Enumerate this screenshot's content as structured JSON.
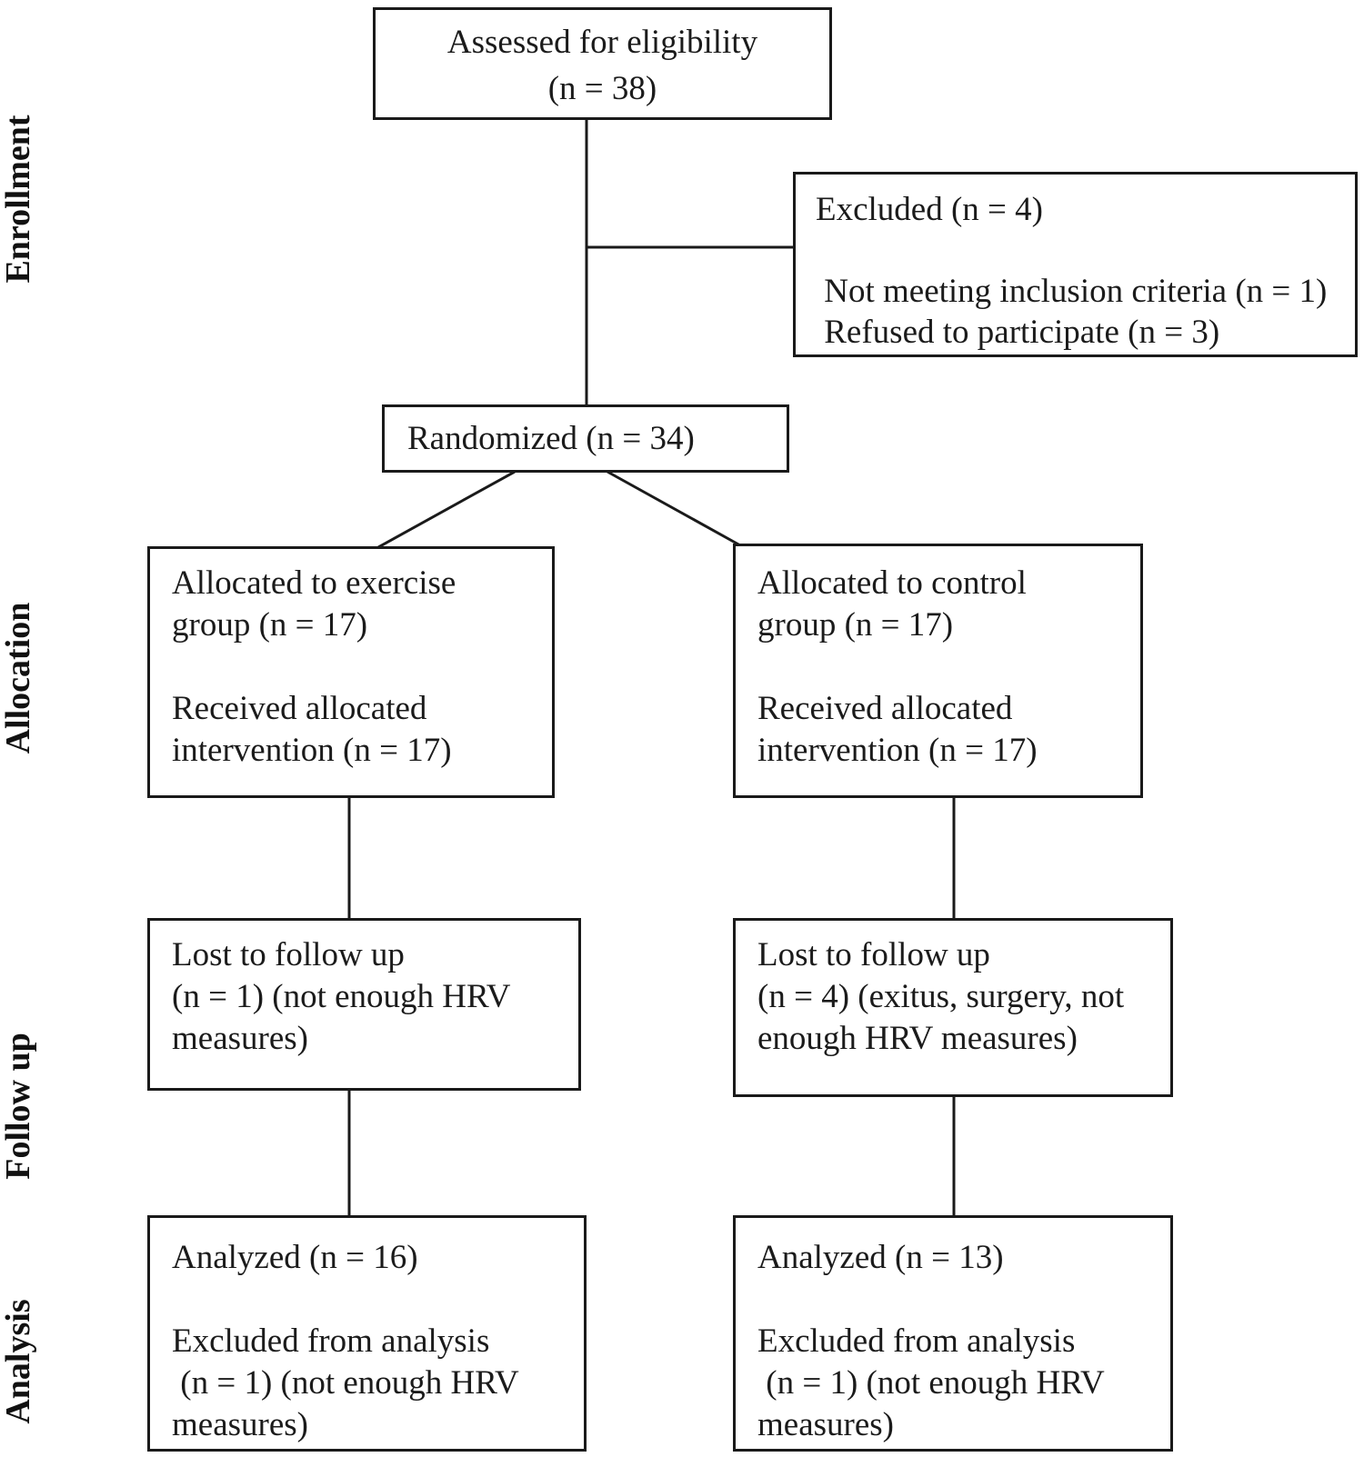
{
  "diagram_type": "CONSORT participant flow diagram",
  "colors": {
    "background": "#ffffff",
    "line": "#1a1a1a",
    "text": "#1b1b1b"
  },
  "stages": [
    "Enrollment",
    "Allocation",
    "Follow up",
    "Analysis"
  ],
  "boxes": {
    "assessed": {
      "lines": [
        "Assessed for eligibility",
        "(n = 38)"
      ]
    },
    "excluded": {
      "lines": [
        "Excluded (n = 4)",
        "",
        " Not meeting inclusion criteria (n = 1)",
        " Refused to participate (n = 3)"
      ]
    },
    "randomized": {
      "lines": [
        "Randomized (n = 34)"
      ]
    },
    "alloc_exercise": {
      "lines": [
        "Allocated to exercise",
        "group (n = 17)",
        "",
        "Received allocated",
        "intervention (n = 17)"
      ]
    },
    "alloc_control": {
      "lines": [
        "Allocated to control",
        "group (n = 17)",
        "",
        "Received allocated",
        "intervention (n = 17)"
      ]
    },
    "followup_exercise": {
      "lines": [
        "Lost to follow up",
        "(n = 1) (not enough HRV",
        "measures)"
      ]
    },
    "followup_control": {
      "lines": [
        "Lost to follow up",
        "(n = 4) (exitus, surgery, not",
        "enough HRV measures)"
      ]
    },
    "analysis_exercise": {
      "lines": [
        "Analyzed (n = 16)",
        "",
        "Excluded from analysis",
        " (n = 1) (not enough HRV",
        "measures)"
      ]
    },
    "analysis_control": {
      "lines": [
        "Analyzed (n = 13)",
        "",
        "Excluded from analysis",
        " (n = 1) (not enough HRV",
        "measures)"
      ]
    }
  }
}
